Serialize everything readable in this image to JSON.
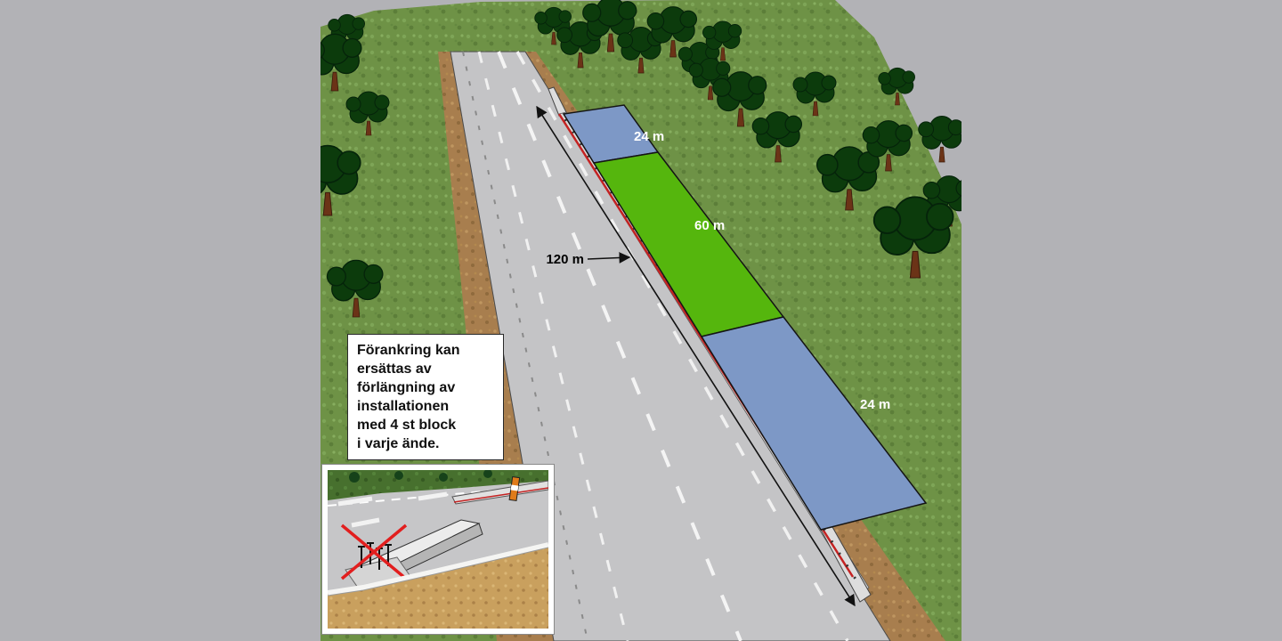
{
  "page": {
    "background_color": "#b2b2b6",
    "description_labels": {
      "section_top": "24 m",
      "section_middle": "60 m",
      "section_total": "120 m",
      "section_bottom": "24 m"
    }
  },
  "scene": {
    "measurements": {
      "section_top": "24 m",
      "section_middle": "60 m",
      "section_total": "120 m",
      "section_bottom": "24 m"
    },
    "annotation": {
      "lines": [
        "Förankring kan",
        "ersättas av",
        "förlängning av",
        "installationen",
        "med 4 st block",
        "i varje ände."
      ]
    },
    "colors": {
      "panel_blue": "#7d98c6",
      "panel_green": "#55b60d",
      "barrier_red": "#c42222",
      "road": "#c4c4c6",
      "grass": "#6e9246",
      "dirt": "#a87e4e"
    }
  }
}
